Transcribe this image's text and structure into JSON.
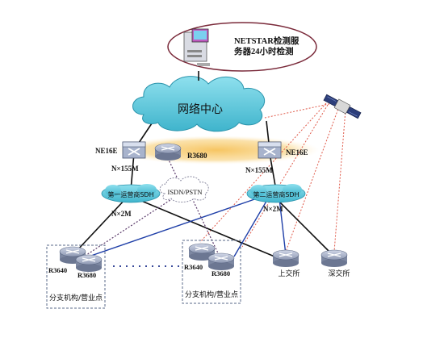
{
  "monitor": {
    "line1": "NETSTAR检测服",
    "line2": "务器24小时检测"
  },
  "center": {
    "label": "网络中心"
  },
  "core": {
    "left_router": "NE16E",
    "right_router": "NE16E",
    "mid_router": "R3680"
  },
  "links": {
    "left_trunk": "N×155M",
    "right_trunk": "N×155M",
    "left_branch": "N×2M",
    "right_branch": "N×2M"
  },
  "clouds": {
    "sdh1": "第一运营商SDH",
    "sdh2": "第二运营商SDH",
    "isdn": "ISDN/PSTN"
  },
  "branch1": {
    "router_a": "R3640",
    "router_b": "R3680",
    "caption": "分支机构/营业点"
  },
  "branch2": {
    "router_a": "R3640",
    "router_b": "R3680",
    "caption": "分支机构/营业点"
  },
  "exchanges": {
    "left": "上交所",
    "right": "深交所"
  },
  "colors": {
    "cloud": "#5ec8dc",
    "line_black": "#111111",
    "line_blue": "#1f3fa8",
    "line_red": "#e05a4a",
    "band": "#f7c86a",
    "frame": "#7a2a3a"
  }
}
